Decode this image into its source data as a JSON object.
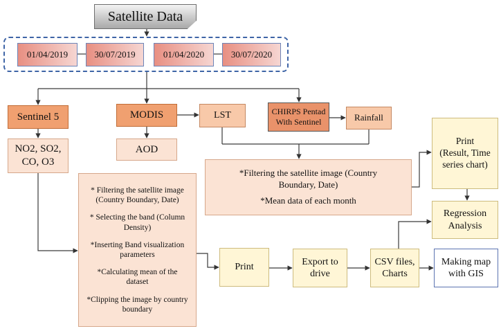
{
  "title": "Satellite Data",
  "dates": [
    "01/04/2019",
    "30/07/2019",
    "01/04/2020",
    "30/07/2020"
  ],
  "sources": {
    "sentinel": "Sentinel 5",
    "modis": "MODIS",
    "lst": "LST",
    "chirps": [
      "CHIRPS Pentad",
      "With Sentinel"
    ],
    "rainfall": "Rainfall"
  },
  "products": {
    "gases": [
      "NO2, SO2,",
      "CO, O3"
    ],
    "aod": "AOD"
  },
  "processing": {
    "left_steps": [
      "* Filtering the satellite image (Country Boundary, Date)",
      "* Selecting the band (Column Density)",
      "*Inserting Band visualization parameters",
      "*Calculating mean of the dataset",
      "*Clipping the image by country boundary"
    ],
    "right_steps": [
      "*Filtering the satellite image (Country Boundary, Date)",
      "*Mean data of each month"
    ]
  },
  "outputs": {
    "print": "Print",
    "export": [
      "Export to",
      "drive"
    ],
    "csv": [
      "CSV files,",
      "Charts"
    ],
    "gis": [
      "Making map",
      "with GIS"
    ],
    "print_result": [
      "Print",
      "(Result, Time",
      "series chart)"
    ],
    "regression": [
      "Regression",
      "Analysis"
    ]
  },
  "colors": {
    "date_gradient_start": "#e88f82",
    "date_gradient_end": "#f6d6d2",
    "group_border": "#3e64a6",
    "source_orange": "#f0a070",
    "light_orange": "#f8c9a9",
    "peach": "#fbe3d4",
    "cream": "#fff6d6",
    "connector": "#3a3a3a"
  }
}
